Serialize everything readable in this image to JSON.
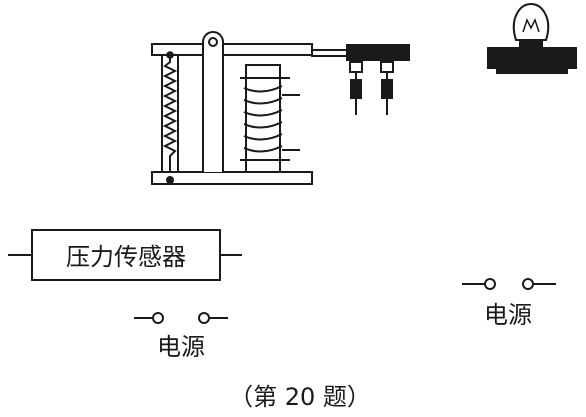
{
  "sensor": {
    "label": "压力传感器"
  },
  "power_left": {
    "label": "电源"
  },
  "power_right": {
    "label": "电源"
  },
  "caption": "（第 20 题）",
  "colors": {
    "ink": "#1a1a1a",
    "paper": "#ffffff"
  }
}
